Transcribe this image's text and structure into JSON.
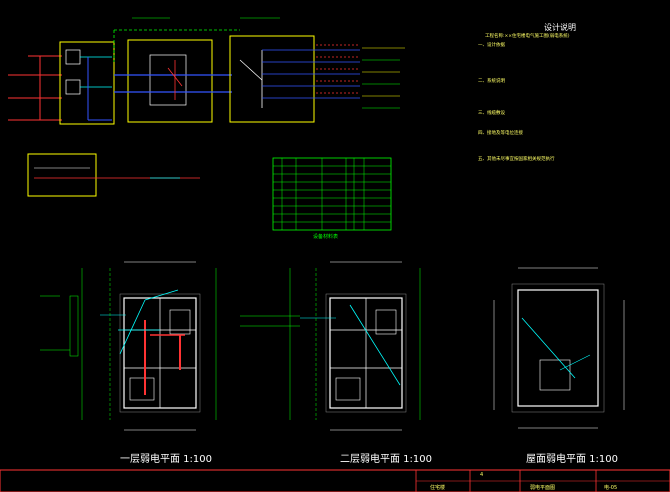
{
  "notes": {
    "title": "设计说明",
    "lines": [
      "工程名称:××住宅楼电气施工图(弱电系统)",
      "一、设计依据",
      "二、系统说明",
      "三、线缆敷设",
      "四、接地及等电位连接",
      "五、其他未尽事宜按国家相关规范执行"
    ]
  },
  "plans": [
    {
      "title": "一层弱电平面 1:100"
    },
    {
      "title": "二层弱电平面 1:100"
    },
    {
      "title": "屋面弱电平面 1:100"
    }
  ],
  "legend": {
    "caption": "设备材料表"
  },
  "title_block": {
    "sheet_no": "4",
    "drawing_name": "弱电平面图",
    "project": "住宅楼",
    "code": "电-05"
  },
  "colors": {
    "background": "#000000",
    "cyan": "#00ffff",
    "green": "#00ff00",
    "yellow": "#ffff00",
    "red": "#ff0000",
    "blue": "#3355ff",
    "white": "#ffffff"
  }
}
